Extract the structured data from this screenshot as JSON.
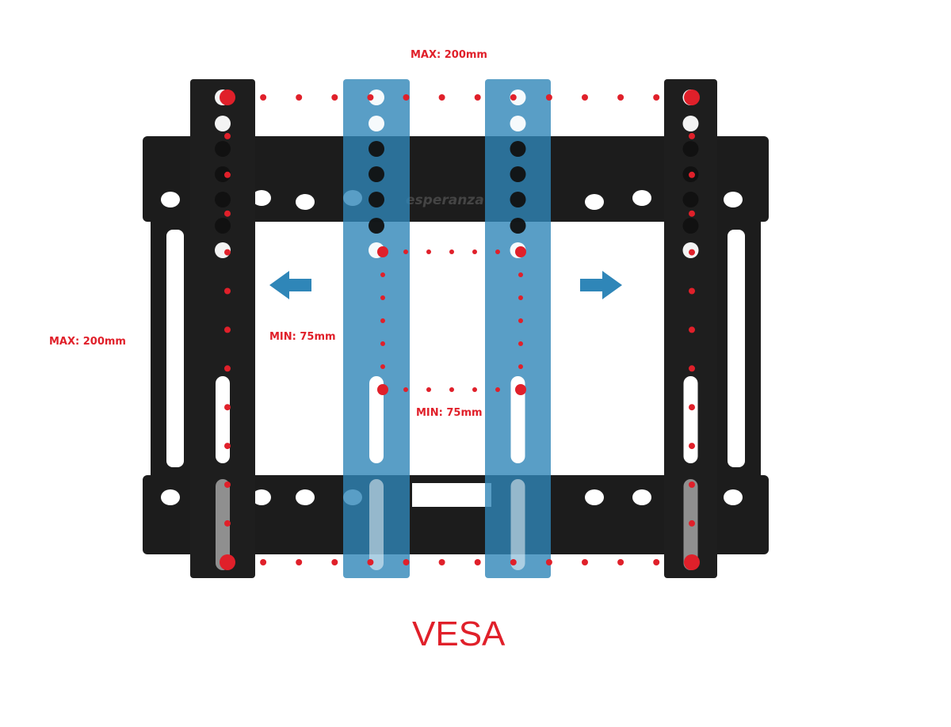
{
  "labels": {
    "max_horizontal": "MAX: 200mm",
    "max_vertical": "MAX: 200mm",
    "min_horizontal": "MIN: 75mm",
    "min_vertical": "MIN: 75mm",
    "standard": "VESA"
  },
  "brand": {
    "logo": "esperanza"
  },
  "colors": {
    "accent_red": "#e0202a",
    "bracket": "#1e1e1e",
    "blue_arm": "#2f86b8"
  }
}
